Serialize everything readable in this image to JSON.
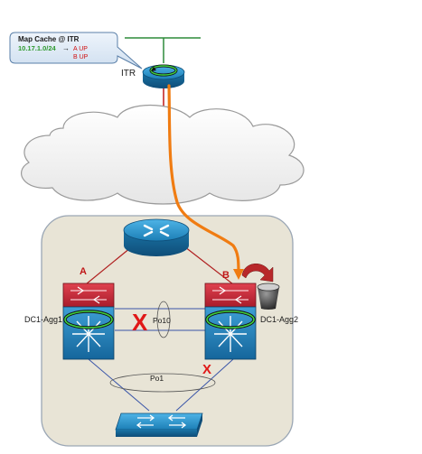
{
  "callout": {
    "title": "Map Cache @ ITR",
    "prefix": "10.17.1.0/24",
    "arrow": "→",
    "entry_a": "A  UP",
    "entry_b": "B  UP"
  },
  "nodes": {
    "itr": "ITR",
    "agg1": "DC1-Agg1",
    "agg2": "DC1-Agg2"
  },
  "markers": {
    "a": "A",
    "b": "B",
    "fail_x": "X"
  },
  "links": {
    "po10": "Po10",
    "po1": "Po1"
  },
  "colors": {
    "title_text": "#1a1a1a",
    "prefix_text": "#2f9a2f",
    "status_text": "#d01010",
    "path": "#f07c12",
    "router_blue": "#1c7fb6",
    "switch_red": "#c7283a",
    "dc_box": "#e8e4d6",
    "fail_red": "#e01818",
    "links": "#b02020"
  },
  "icons": [
    "router-icon",
    "switch-icon",
    "storage-bucket-icon",
    "refresh-arrow-icon",
    "failure-x-icon",
    "cloud-icon"
  ]
}
